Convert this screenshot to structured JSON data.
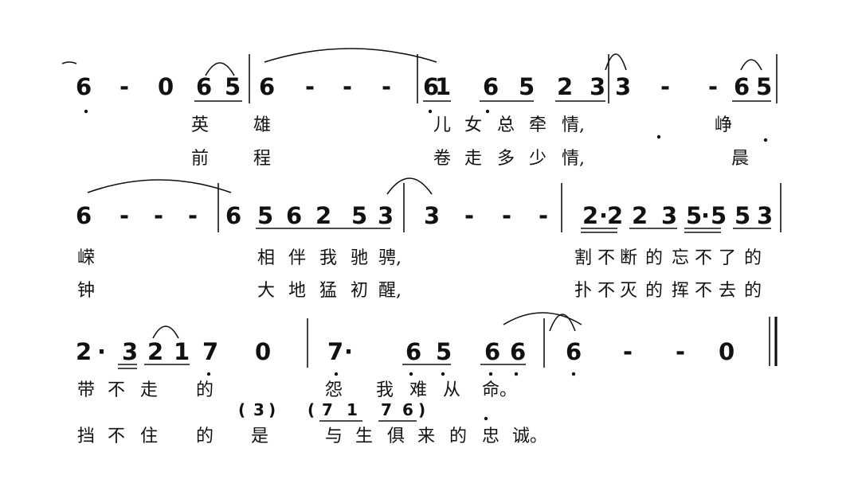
{
  "system1": {
    "notes": [
      "6",
      "-",
      "0",
      "6",
      "5",
      "6",
      "-",
      "-",
      "-",
      "6",
      "1",
      "6",
      "5",
      "2",
      "3",
      "3",
      "-",
      "-",
      "6",
      "5"
    ],
    "lyrics_1": [
      "英",
      "雄",
      "儿",
      "女",
      "总",
      "牵",
      "情,",
      "峥"
    ],
    "lyrics_2": [
      "前",
      "程",
      "卷",
      "走",
      "多",
      "少",
      "情,",
      "晨"
    ]
  },
  "system2": {
    "notes": [
      "6",
      "-",
      "-",
      "-",
      "6",
      "5",
      "6",
      "2",
      "5",
      "3",
      "3",
      "-",
      "-",
      "-",
      "2",
      "·",
      "2",
      "2",
      "3",
      "5",
      "·",
      "5",
      "5",
      "3"
    ],
    "lyrics_1": [
      "嵘",
      "相",
      "伴",
      "我",
      "驰",
      "骋,",
      "割",
      "不",
      "断",
      "的",
      "忘",
      "不",
      "了",
      "的"
    ],
    "lyrics_2": [
      "钟",
      "大",
      "地",
      "猛",
      "初",
      "醒,",
      "扑",
      "不",
      "灭",
      "的",
      "挥",
      "不",
      "去",
      "的"
    ]
  },
  "system3": {
    "notes": [
      "2",
      "·",
      "3",
      "2",
      "1",
      "7",
      "0",
      "7",
      "·",
      "6",
      "5",
      "6",
      "6",
      "6",
      "-",
      "-",
      "0"
    ],
    "lyrics_1": [
      "带",
      "不",
      "走",
      "的",
      "怨",
      "我",
      "难",
      "从",
      "命。"
    ],
    "alt_notes": [
      "(",
      "3",
      ")",
      "(",
      "7",
      "1",
      "7",
      "6",
      ")"
    ],
    "lyrics_2": [
      "挡",
      "不",
      "住",
      "的",
      "是",
      "与",
      "生",
      "俱",
      "来",
      "的",
      "忠",
      "诚。"
    ]
  }
}
